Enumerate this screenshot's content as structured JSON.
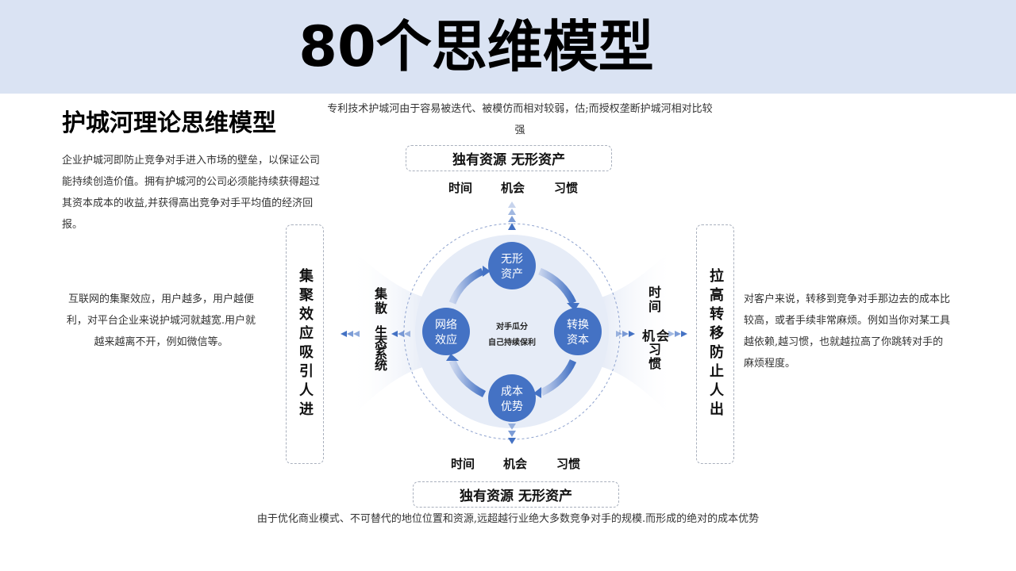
{
  "header": {
    "title": "80个思维模型"
  },
  "section": {
    "title": "护城河理论思维模型",
    "intro": "企业护城河即防止竞争对手进入市场的壁垒，以保证公司能持续创造价值。拥有护城河的公司必须能持续获得超过其资本成本的收益,并获得高出竞争对手平均值的经济回报。"
  },
  "left_note": "互联网的集聚效应，用户越多，用户越便利，对平台企业来说护城河就越宽.用户就越来越离不开，例如微信等。",
  "right_note": "对客户来说，转移到竞争对手那边去的成本比较高，或者手续非常麻烦。例如当你对某工具越依赖,越习惯，也就越拉高了你跳转对手的麻烦程度。",
  "top_caption": "专利技术护城河由于容易被迭代、被模仿而相对较弱，估;而授权垄断护城河相对比较强",
  "bottom_caption": "由于优化商业模式、不可替代的地位位置和资源,远超越行业绝大多数竞争对手的规模.而形成的绝对的成本优势",
  "top_box": "独有资源 无形资产",
  "bottom_box": "独有资源 无形资产",
  "top_trio": [
    "时间",
    "机会",
    "习惯"
  ],
  "bottom_trio": [
    "时间",
    "机会",
    "习惯"
  ],
  "left_side_box": "集聚效应吸引人进",
  "right_side_box": "拉高转移防止人出",
  "left_inner": {
    "a": "集散",
    "b": "生态系统"
  },
  "right_inner": {
    "a": "时间",
    "b": "机会",
    "c": "习惯"
  },
  "cycle": {
    "nodes": [
      {
        "l1": "无形",
        "l2": "资产"
      },
      {
        "l1": "转换",
        "l2": "资本"
      },
      {
        "l1": "成本",
        "l2": "优势"
      },
      {
        "l1": "网络",
        "l2": "效应"
      }
    ],
    "center": [
      "对手瓜分",
      "自己持续保利"
    ]
  },
  "colors": {
    "header_bg": "#dae3f3",
    "node": "#4472c4",
    "ring": "#e6ecf7"
  }
}
